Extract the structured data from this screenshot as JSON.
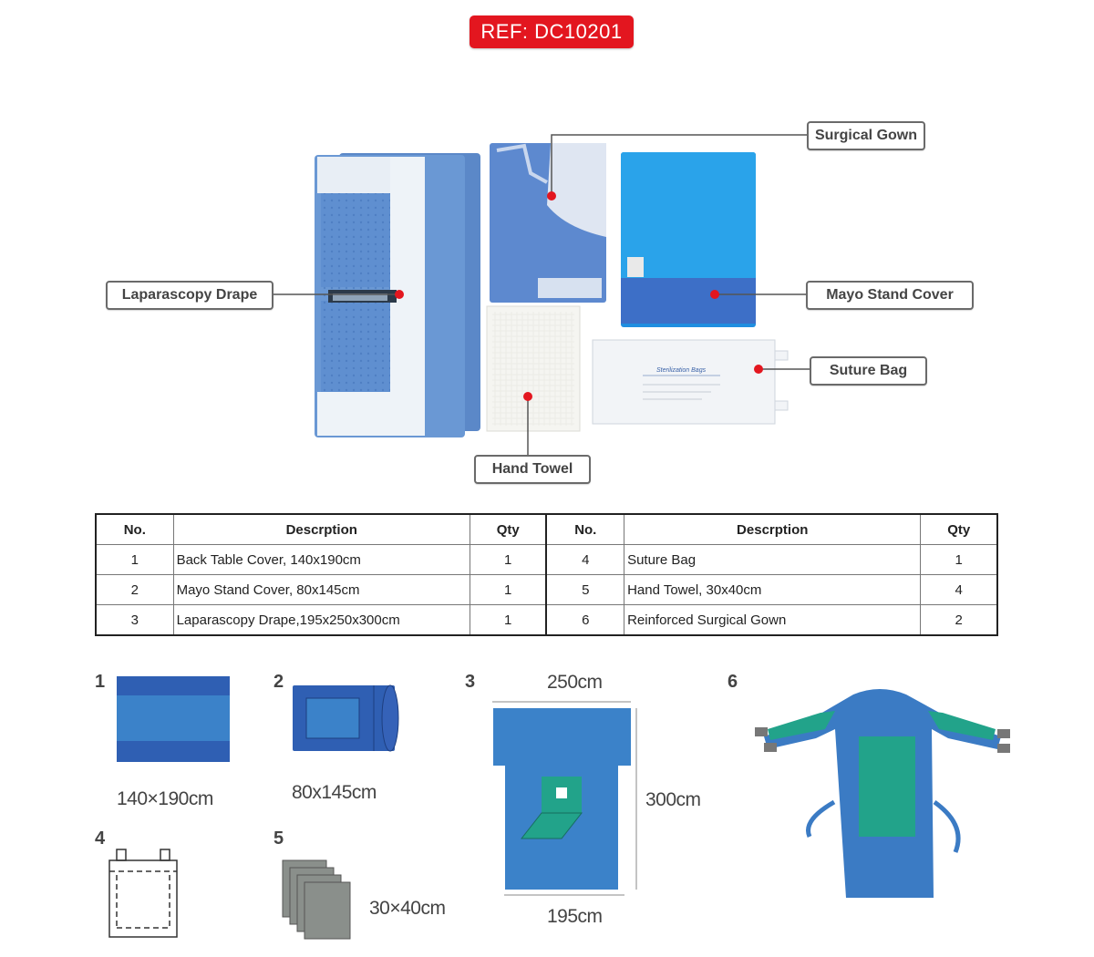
{
  "ref_badge": "REF: DC10201",
  "callouts": {
    "surgical_gown": "Surgical Gown",
    "laparascopy_drape": "Laparascopy Drape",
    "mayo_stand_cover": "Mayo Stand Cover",
    "suture_bag": "Suture Bag",
    "hand_towel": "Hand Towel"
  },
  "photo_text": {
    "bag_title": "Sterilization Bags"
  },
  "table": {
    "headers": [
      "No.",
      "Descrption",
      "Qty",
      "No.",
      "Descrption",
      "Qty"
    ],
    "rows": [
      [
        "1",
        "Back Table Cover, 140x190cm",
        "1",
        "4",
        "Suture Bag",
        "1"
      ],
      [
        "2",
        "Mayo Stand Cover, 80x145cm",
        "1",
        "5",
        "Hand Towel, 30x40cm",
        "4"
      ],
      [
        "3",
        "Laparascopy Drape,195x250x300cm",
        "1",
        "6",
        "Reinforced Surgical Gown",
        "2"
      ]
    ]
  },
  "diagrams": {
    "item1": {
      "num": "1",
      "size": "140×190cm"
    },
    "item2": {
      "num": "2",
      "size": "80x145cm"
    },
    "item3": {
      "num": "3",
      "top": "250cm",
      "side": "300cm",
      "bottom": "195cm"
    },
    "item4": {
      "num": "4"
    },
    "item5": {
      "num": "5",
      "size": "30×40cm"
    },
    "item6": {
      "num": "6"
    }
  },
  "colors": {
    "badge": "#e3161f",
    "drape_blue": "#3b82c9",
    "dark_blue": "#2f5fb3",
    "reinforce_green": "#22a38a",
    "towel_gray": "#8a8f8b"
  }
}
